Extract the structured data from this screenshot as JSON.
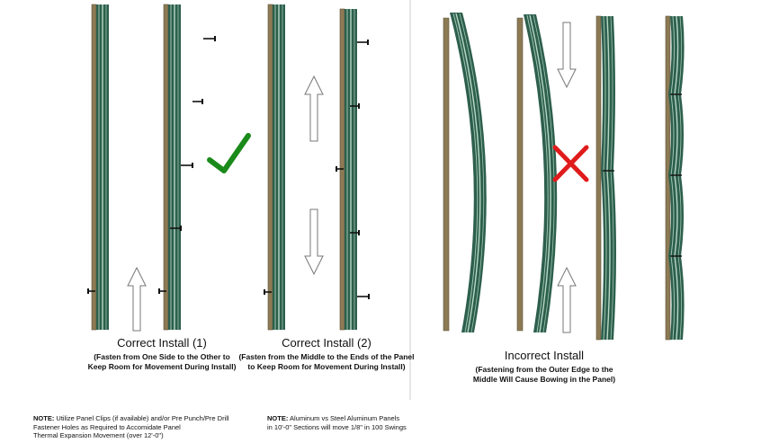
{
  "colors": {
    "wood": "#8c7a55",
    "wood_edge": "#5e5136",
    "panel": "#2d5f4d",
    "panel_light": "#9fc5b0",
    "check": "#1a8a1a",
    "cross": "#e01b1b",
    "divider": "#cccccc"
  },
  "icons": [
    "check-icon",
    "cross-icon",
    "arrow-up-icon",
    "arrow-down-icon",
    "screw-icon"
  ],
  "sections": {
    "correct1": {
      "title": "Correct Install (1)",
      "sub1": "(Fasten from One Side to the Other to",
      "sub2": "Keep Room for Movement During Install)"
    },
    "correct2": {
      "title": "Correct Install (2)",
      "sub1": "(Fasten from the Middle to the Ends of the Panel",
      "sub2": "to Keep Room for Movement During Install)"
    },
    "incorrect": {
      "title": "Incorrect Install",
      "sub1": "(Fastening from the Outer Edge to the",
      "sub2": "Middle Will Cause Bowing in the Panel)"
    }
  },
  "notes": {
    "note1": {
      "label": "NOTE:",
      "line1": " Utilize Panel Clips (if available) and/or Pre Punch/Pre Drill",
      "line2": "Fastener Holes as Required to Accomidate Panel",
      "line3": "Thermal Expansion Movement (over 12'-0\")"
    },
    "note2": {
      "label": "NOTE:",
      "line1": " Aluminum vs Steel Aluminum Panels",
      "line2": "in 10'-0\" Sections will move 1/8\" in 100 Swings"
    }
  }
}
